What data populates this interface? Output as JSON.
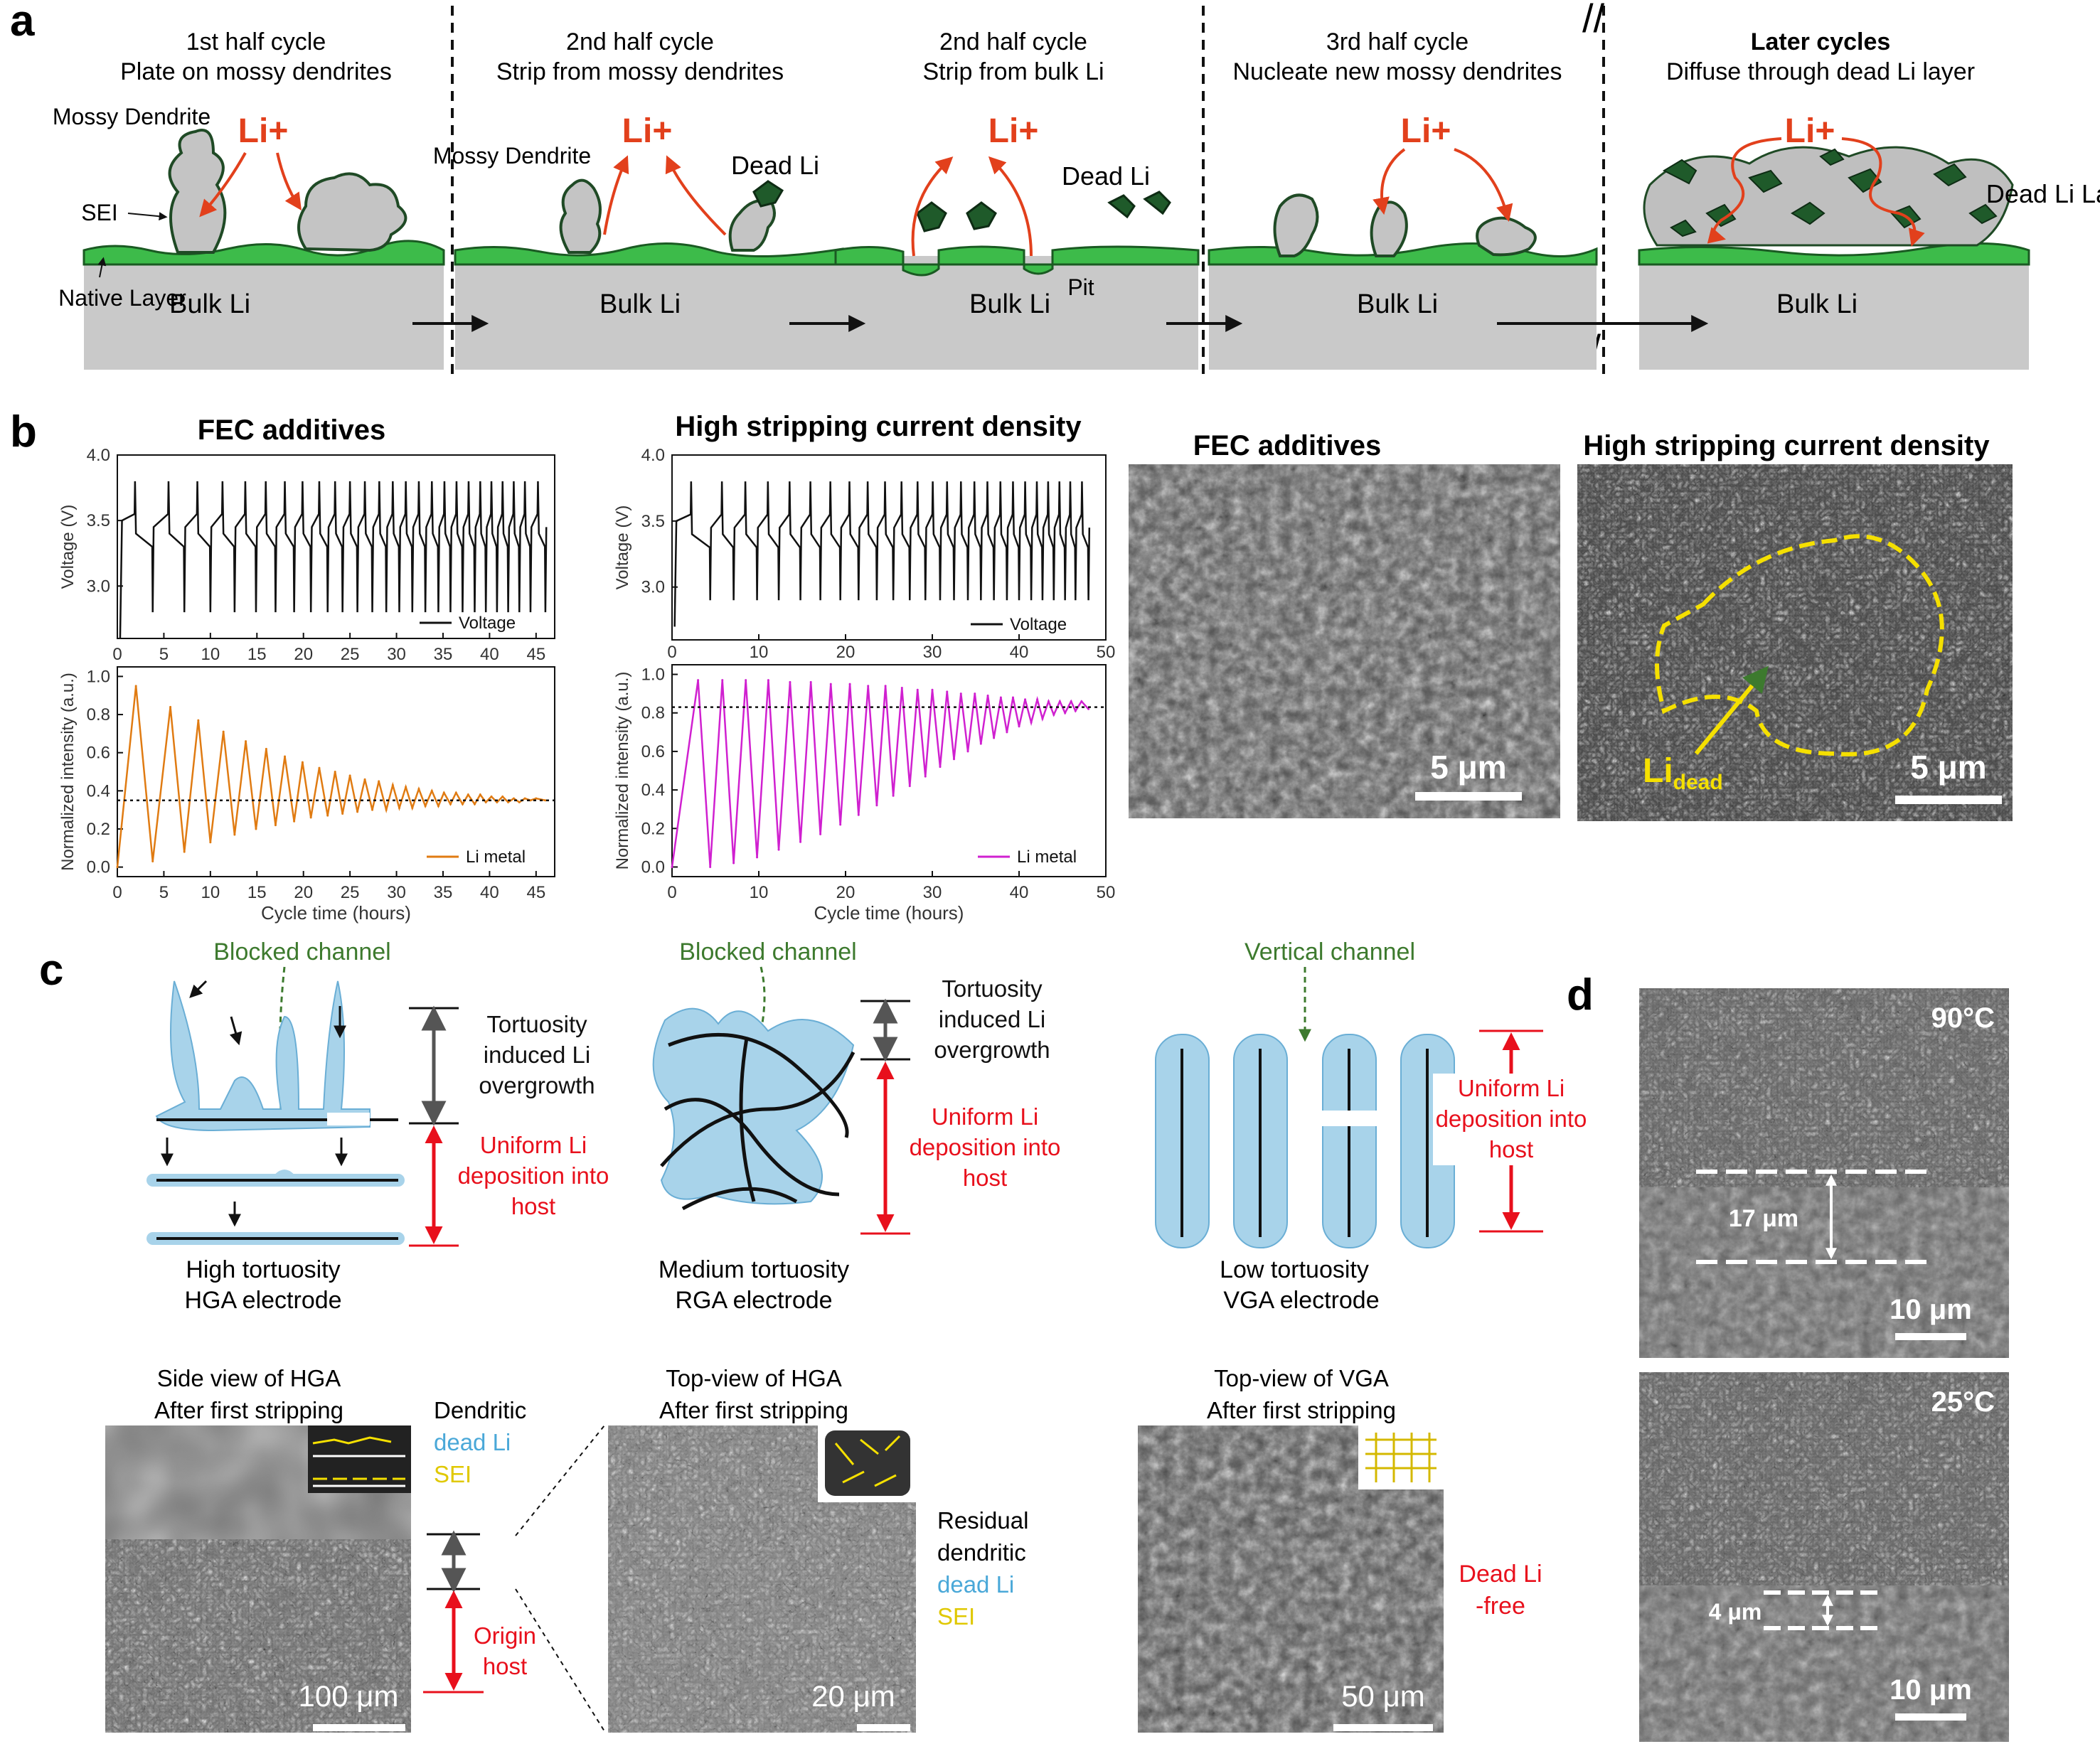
{
  "panel_a": {
    "letter": "a",
    "stages": [
      {
        "title_line1": "1st half cycle",
        "title_line2": "Plate on mossy dendrites",
        "bulk": "Bulk Li",
        "ion": "Li+"
      },
      {
        "title_line1": "2nd half cycle",
        "title_line2": "Strip from mossy dendrites",
        "bulk": "Bulk Li",
        "ion": "Li+"
      },
      {
        "title_line1": "2nd half cycle",
        "title_line2": "Strip from bulk Li",
        "bulk": "Bulk Li",
        "ion": "Li+"
      },
      {
        "title_line1": "3rd half cycle",
        "title_line2": "Nucleate new mossy dendrites",
        "bulk": "Bulk Li",
        "ion": "Li+"
      },
      {
        "title_line1": "Later cycles",
        "title_line2": "Diffuse through dead Li layer",
        "bulk": "Bulk Li",
        "ion": "Li+"
      }
    ],
    "labels": {
      "mossy_dendrite": "Mossy Dendrite",
      "sei": "SEI",
      "native_layer": "Native Layer",
      "dead_li": "Dead Li",
      "pit": "Pit",
      "dead_li_layer": "Dead Li Layer"
    }
  },
  "panel_b": {
    "letter": "b",
    "chart_titles": [
      "FEC additives",
      "High stripping current density"
    ],
    "voltage_legend": "Voltage",
    "li_metal_legend": "Li metal",
    "sem_titles": [
      "FEC additives",
      "High stripping current density"
    ],
    "sem_scales": [
      "5 μm",
      "5 μm"
    ],
    "li_dead_label": "Li",
    "li_dead_sub": "dead"
  },
  "panel_c": {
    "letter": "c",
    "top": [
      {
        "channel": "Blocked channel",
        "tort": "Tortuosity induced Li overgrowth",
        "uniform": "Uniform Li deposition into host",
        "caption1": "High tortuosity",
        "caption2": "HGA electrode"
      },
      {
        "channel": "Blocked channel",
        "tort": "Tortuosity induced Li overgrowth",
        "uniform": "Uniform Li deposition into host",
        "caption1": "Medium tortuosity",
        "caption2": "RGA electrode"
      },
      {
        "channel": "Vertical channel",
        "tort": "",
        "uniform": "Uniform Li deposition into host",
        "caption1": "Low tortuosity",
        "caption2": "VGA electrode"
      }
    ],
    "bottom": [
      {
        "title1": "Side view of HGA",
        "title2": "After first stripping",
        "scale": "100 μm"
      },
      {
        "title1": "Top-view of HGA",
        "title2": "After first stripping",
        "scale": "20 μm"
      },
      {
        "title1": "Top-view of VGA",
        "title2": "After first stripping",
        "scale": "50 μm"
      }
    ],
    "legend_dendritic": "Dendritic",
    "legend_dead_li": "dead Li",
    "legend_sei": "SEI",
    "origin_host": "Origin host",
    "residual": "Residual",
    "residual_dendritic": "dendritic",
    "residual_dead": "dead Li",
    "residual_sei": "SEI",
    "dead_free_1": "Dead Li",
    "dead_free_2": "-free"
  },
  "panel_d": {
    "letter": "d",
    "images": [
      {
        "temp": "90°C",
        "thickness": "17 μm",
        "scale": "10 μm"
      },
      {
        "temp": "25°C",
        "thickness": "4 μm",
        "scale": "10 μm"
      }
    ]
  },
  "chart_data": [
    {
      "type": "line",
      "title": "FEC additives",
      "subplots": [
        {
          "ylabel": "Voltage (V)",
          "ylim": [
            2.6,
            4.0
          ],
          "yticks": [
            3.0,
            3.5,
            4.0
          ],
          "legend": "Voltage",
          "legend_position": "bottom-right",
          "color": "#111111",
          "description_values": {
            "upper_plateau": 3.5,
            "spike_top": 3.8,
            "lower_spike": 2.8
          }
        },
        {
          "ylabel": "Normalized intensity (a.u.)",
          "xlabel": "Cycle time (hours)",
          "xlim": [
            0,
            47
          ],
          "ylim": [
            -0.05,
            1.05
          ],
          "xticks": [
            0,
            5,
            10,
            15,
            20,
            25,
            30,
            35,
            40,
            45
          ],
          "yticks": [
            0.0,
            0.2,
            0.4,
            0.6,
            0.8,
            1.0
          ],
          "series": [
            {
              "name": "Li metal",
              "color": "#e07b12",
              "peaks": [
                {
                  "x": 2.0,
                  "y": 0.95
                },
                {
                  "x": 5.7,
                  "y": 0.84
                },
                {
                  "x": 8.7,
                  "y": 0.77
                },
                {
                  "x": 11.4,
                  "y": 0.71
                },
                {
                  "x": 13.8,
                  "y": 0.66
                },
                {
                  "x": 16.0,
                  "y": 0.62
                },
                {
                  "x": 18.0,
                  "y": 0.58
                },
                {
                  "x": 19.9,
                  "y": 0.55
                },
                {
                  "x": 21.7,
                  "y": 0.52
                },
                {
                  "x": 23.4,
                  "y": 0.5
                },
                {
                  "x": 25.0,
                  "y": 0.48
                },
                {
                  "x": 26.6,
                  "y": 0.46
                },
                {
                  "x": 28.1,
                  "y": 0.45
                },
                {
                  "x": 29.6,
                  "y": 0.43
                },
                {
                  "x": 31.0,
                  "y": 0.42
                },
                {
                  "x": 32.4,
                  "y": 0.41
                },
                {
                  "x": 33.8,
                  "y": 0.4
                },
                {
                  "x": 35.1,
                  "y": 0.39
                },
                {
                  "x": 36.4,
                  "y": 0.39
                },
                {
                  "x": 37.7,
                  "y": 0.38
                },
                {
                  "x": 39.0,
                  "y": 0.38
                },
                {
                  "x": 40.2,
                  "y": 0.37
                },
                {
                  "x": 41.4,
                  "y": 0.37
                },
                {
                  "x": 42.6,
                  "y": 0.36
                },
                {
                  "x": 43.8,
                  "y": 0.36
                },
                {
                  "x": 45.0,
                  "y": 0.36
                }
              ],
              "troughs": [
                {
                  "x": 0,
                  "y": 0.0
                },
                {
                  "x": 3.8,
                  "y": 0.03
                },
                {
                  "x": 7.2,
                  "y": 0.08
                },
                {
                  "x": 10.0,
                  "y": 0.13
                },
                {
                  "x": 12.6,
                  "y": 0.17
                },
                {
                  "x": 14.9,
                  "y": 0.2
                },
                {
                  "x": 17.0,
                  "y": 0.22
                },
                {
                  "x": 19.0,
                  "y": 0.24
                },
                {
                  "x": 20.8,
                  "y": 0.26
                },
                {
                  "x": 22.6,
                  "y": 0.27
                },
                {
                  "x": 24.2,
                  "y": 0.28
                },
                {
                  "x": 25.8,
                  "y": 0.29
                },
                {
                  "x": 27.4,
                  "y": 0.3
                },
                {
                  "x": 28.9,
                  "y": 0.3
                },
                {
                  "x": 30.3,
                  "y": 0.31
                },
                {
                  "x": 31.7,
                  "y": 0.31
                },
                {
                  "x": 33.1,
                  "y": 0.32
                },
                {
                  "x": 34.5,
                  "y": 0.32
                },
                {
                  "x": 35.8,
                  "y": 0.33
                },
                {
                  "x": 37.1,
                  "y": 0.33
                },
                {
                  "x": 38.4,
                  "y": 0.33
                },
                {
                  "x": 39.6,
                  "y": 0.34
                },
                {
                  "x": 40.8,
                  "y": 0.34
                },
                {
                  "x": 42.0,
                  "y": 0.34
                },
                {
                  "x": 43.2,
                  "y": 0.34
                },
                {
                  "x": 44.4,
                  "y": 0.35
                },
                {
                  "x": 46.0,
                  "y": 0.35
                }
              ]
            }
          ],
          "reference_line": {
            "y": 0.35,
            "style": "dotted"
          }
        }
      ]
    },
    {
      "type": "line",
      "title": "High stripping current density",
      "subplots": [
        {
          "ylabel": "Voltage (V)",
          "ylim": [
            2.6,
            4.0
          ],
          "yticks": [
            3.0,
            3.5,
            4.0
          ],
          "legend": "Voltage",
          "legend_position": "bottom-right",
          "color": "#111111",
          "description_values": {
            "upper_plateau": 3.5,
            "spike_top": 3.8,
            "lower_spike": 2.9
          }
        },
        {
          "ylabel": "Normalized intensity (a.u.)",
          "xlabel": "Cycle time (hours)",
          "xlim": [
            0,
            50
          ],
          "ylim": [
            -0.05,
            1.05
          ],
          "xticks": [
            0,
            10,
            20,
            30,
            40,
            50
          ],
          "yticks": [
            0.0,
            0.2,
            0.4,
            0.6,
            0.8,
            1.0
          ],
          "series": [
            {
              "name": "Li metal",
              "color": "#d020d0",
              "peaks": [
                {
                  "x": 3.0,
                  "y": 0.97
                },
                {
                  "x": 5.8,
                  "y": 0.97
                },
                {
                  "x": 8.5,
                  "y": 0.97
                },
                {
                  "x": 11.1,
                  "y": 0.97
                },
                {
                  "x": 13.6,
                  "y": 0.96
                },
                {
                  "x": 16.0,
                  "y": 0.96
                },
                {
                  "x": 18.3,
                  "y": 0.95
                },
                {
                  "x": 20.5,
                  "y": 0.95
                },
                {
                  "x": 22.6,
                  "y": 0.94
                },
                {
                  "x": 24.6,
                  "y": 0.94
                },
                {
                  "x": 26.5,
                  "y": 0.93
                },
                {
                  "x": 28.3,
                  "y": 0.92
                },
                {
                  "x": 30.0,
                  "y": 0.92
                },
                {
                  "x": 31.7,
                  "y": 0.91
                },
                {
                  "x": 33.3,
                  "y": 0.9
                },
                {
                  "x": 34.9,
                  "y": 0.9
                },
                {
                  "x": 36.4,
                  "y": 0.89
                },
                {
                  "x": 37.9,
                  "y": 0.88
                },
                {
                  "x": 39.3,
                  "y": 0.88
                },
                {
                  "x": 40.7,
                  "y": 0.87
                },
                {
                  "x": 42.1,
                  "y": 0.87
                },
                {
                  "x": 43.4,
                  "y": 0.86
                },
                {
                  "x": 44.7,
                  "y": 0.86
                },
                {
                  "x": 46.0,
                  "y": 0.86
                },
                {
                  "x": 47.2,
                  "y": 0.86
                }
              ],
              "troughs": [
                {
                  "x": 0,
                  "y": 0.0
                },
                {
                  "x": 4.4,
                  "y": 0.0
                },
                {
                  "x": 7.1,
                  "y": 0.02
                },
                {
                  "x": 9.8,
                  "y": 0.05
                },
                {
                  "x": 12.3,
                  "y": 0.09
                },
                {
                  "x": 14.8,
                  "y": 0.13
                },
                {
                  "x": 17.1,
                  "y": 0.17
                },
                {
                  "x": 19.4,
                  "y": 0.22
                },
                {
                  "x": 21.5,
                  "y": 0.27
                },
                {
                  "x": 23.6,
                  "y": 0.32
                },
                {
                  "x": 25.5,
                  "y": 0.37
                },
                {
                  "x": 27.4,
                  "y": 0.42
                },
                {
                  "x": 29.2,
                  "y": 0.47
                },
                {
                  "x": 30.9,
                  "y": 0.52
                },
                {
                  "x": 32.5,
                  "y": 0.56
                },
                {
                  "x": 34.1,
                  "y": 0.6
                },
                {
                  "x": 35.6,
                  "y": 0.64
                },
                {
                  "x": 37.1,
                  "y": 0.67
                },
                {
                  "x": 38.6,
                  "y": 0.7
                },
                {
                  "x": 40.0,
                  "y": 0.73
                },
                {
                  "x": 41.4,
                  "y": 0.75
                },
                {
                  "x": 42.7,
                  "y": 0.77
                },
                {
                  "x": 44.0,
                  "y": 0.79
                },
                {
                  "x": 45.3,
                  "y": 0.8
                },
                {
                  "x": 46.5,
                  "y": 0.81
                },
                {
                  "x": 48.0,
                  "y": 0.82
                }
              ]
            }
          ],
          "reference_line": {
            "y": 0.83,
            "style": "dotted"
          }
        }
      ]
    }
  ]
}
